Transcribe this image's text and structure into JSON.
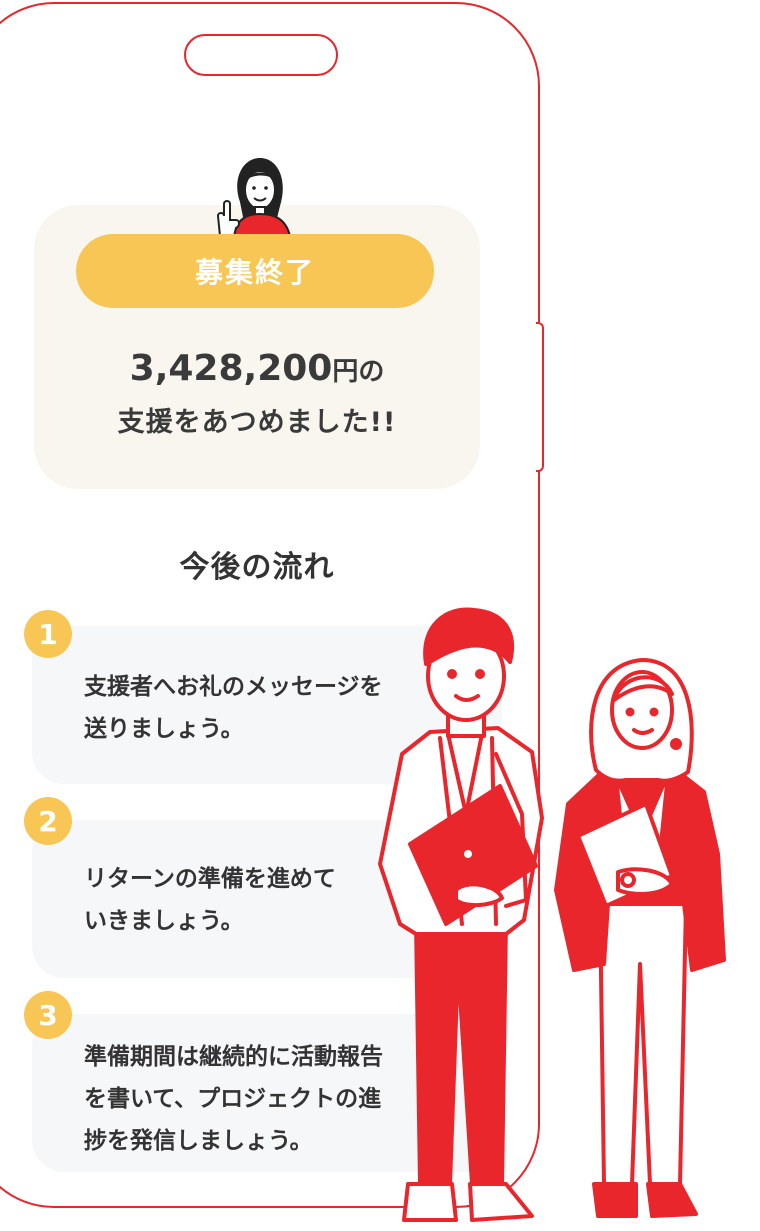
{
  "status": {
    "badge": "募集終了",
    "amount": "3,428,200",
    "amount_unit": "円の",
    "message": "支援をあつめました!!"
  },
  "section_title": "今後の流れ",
  "steps": [
    {
      "number": "1",
      "line1": "支援者へお礼のメッセージを",
      "line2": "送りましょう。",
      "line3": ""
    },
    {
      "number": "2",
      "line1": "リターンの準備を進めて",
      "line2": "いきましょう。",
      "line3": ""
    },
    {
      "number": "3",
      "line1": "準備期間は継続的に活動報告",
      "line2": "を書いて、プロジェクトの進",
      "line3": "捗を発信しましょう。"
    }
  ],
  "colors": {
    "accent_red": "#e8262c",
    "badge_yellow": "#f7c654",
    "status_card_bg": "#f8f6ee",
    "step_card_bg": "#f6f7f9"
  }
}
